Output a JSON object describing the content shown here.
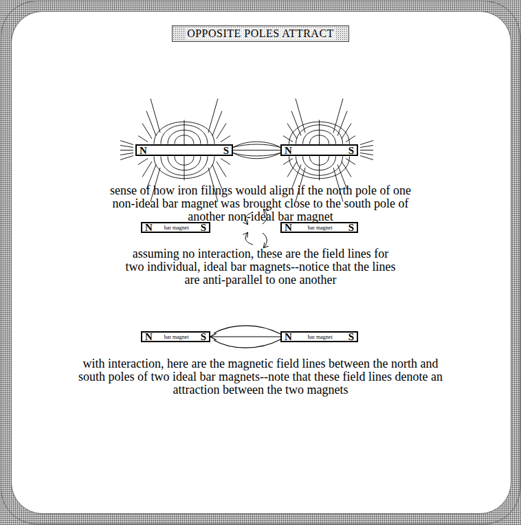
{
  "diagram": {
    "title": "OPPOSITE POLES ATTRACT",
    "nodes": [
      {
        "text": [
          "N",
          "S"
        ]
      },
      {
        "text": [
          "N",
          "S"
        ]
      },
      {
        "text": [
          "N",
          "bar magnet",
          "S"
        ]
      },
      {
        "text": [
          "N",
          "bar magnet",
          "S"
        ]
      },
      {
        "text": [
          "N",
          "bar magnet",
          "S"
        ]
      },
      {
        "text": [
          "N",
          "bar magnet",
          "S"
        ]
      }
    ],
    "edges": [
      {
        "from": 5,
        "to": 4,
        "arrow": "to"
      }
    ],
    "labels": [
      "sense of how iron filings would align if the north pole of one non-ideal bar magnet was brought close to the south pole of another non-ideal bar magnet",
      "assuming no interaction, these are the field lines for two individual, ideal bar magnets--notice that the lines are anti-parallel to one another",
      "with interaction, here are the magnetic field lines between the north and south poles of two ideal bar magnets--note that these field lines denote an attraction between the two magnets"
    ]
  }
}
